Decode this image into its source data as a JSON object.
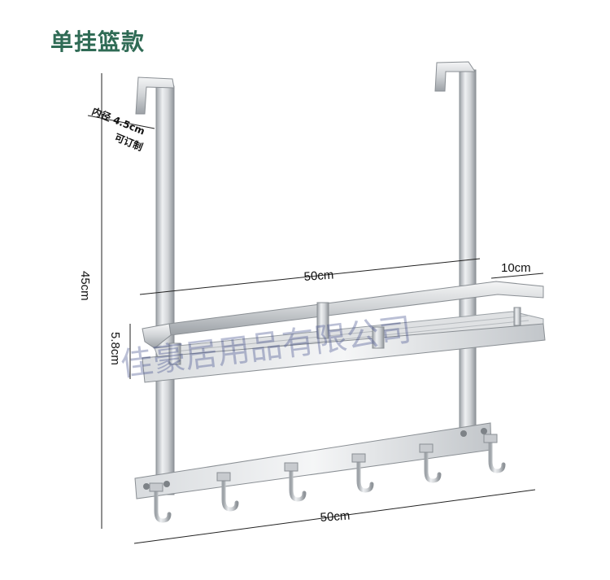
{
  "title": "单挂篮款",
  "labels": {
    "inner_diameter": "内径 4.5cm",
    "customizable": "可订制",
    "height": "45cm",
    "basket_width": "50cm",
    "basket_depth": "10cm",
    "basket_height": "5.8cm",
    "hook_width": "50cm"
  },
  "watermark": "佳豪居用品有限公司",
  "colors": {
    "title": "#2f6b55",
    "steel_light": "#f2f3f4",
    "steel_mid": "#c9ccd0",
    "steel_dark": "#8e9398"
  },
  "hooks_count": 6
}
